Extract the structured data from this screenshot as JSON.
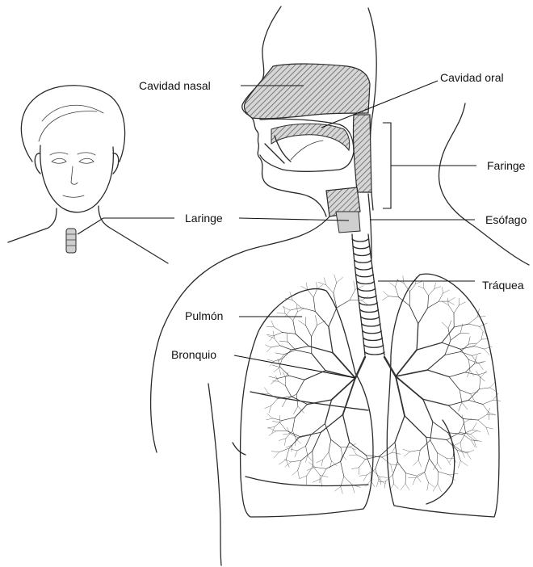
{
  "diagram": {
    "labels": {
      "cavidad_nasal": "Cavidad nasal",
      "cavidad_oral": "Cavidad oral",
      "faringe": "Faringe",
      "laringe": "Laringe",
      "esofago": "Esófago",
      "traquea": "Tráquea",
      "pulmon": "Pulmón",
      "bronquio": "Bronquio"
    },
    "colors": {
      "ink": "#2a2a2a",
      "hatch": "#555555",
      "background": "#ffffff"
    }
  }
}
